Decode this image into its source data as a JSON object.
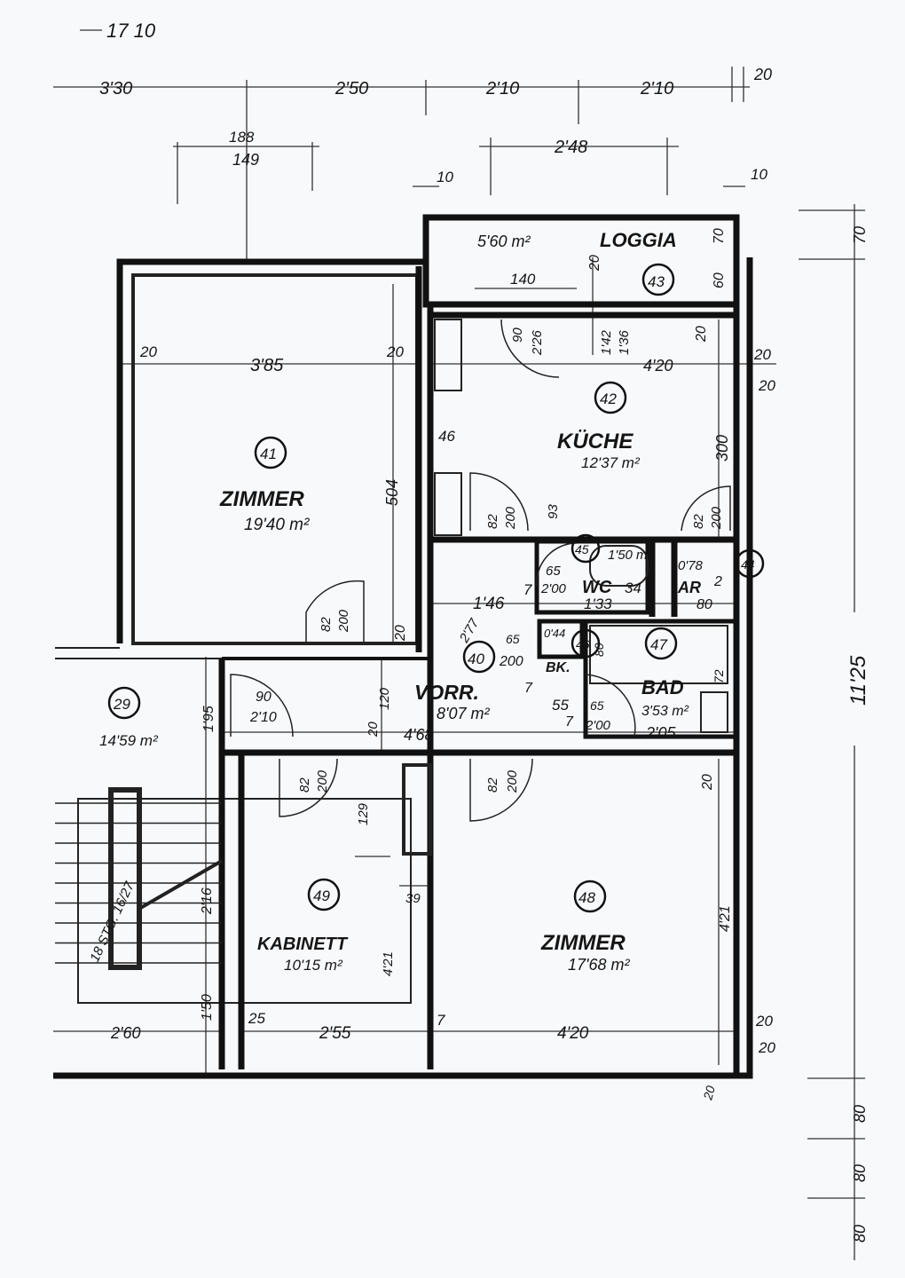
{
  "dims_top": {
    "total": "17 10",
    "d1": "3'30",
    "d2": "2'50",
    "d3": "2'10",
    "d4": "2'10",
    "d5": "20",
    "w188": "188",
    "w149": "149",
    "d248": "2'48",
    "t10a": "10",
    "t10b": "10"
  },
  "loggia": {
    "num": "43",
    "name": "LOGGIA",
    "area": "5'60 m²",
    "w140": "140",
    "d20": "20",
    "d70": "70",
    "d60": "60",
    "r70": "70"
  },
  "room41": {
    "num": "41",
    "name": "ZIMMER",
    "area": "19'40 m²",
    "l20": "20",
    "w385": "3'85",
    "r20": "20",
    "h504": "504",
    "door82": "82",
    "door200": "200",
    "b20": "20"
  },
  "kitchen": {
    "num": "42",
    "name": "KÜCHE",
    "area": "12'37 m²",
    "w420": "4'20",
    "l20": "20",
    "r20": "20",
    "h300": "300",
    "win90": "90",
    "win226": "2'26",
    "p142": "1'42",
    "p136": "1'36",
    "c46": "46",
    "door82": "82",
    "door200": "200",
    "d93": "93",
    "rdoor82": "82",
    "rdoor200": "200"
  },
  "wc": {
    "num": "45",
    "name": "WC",
    "area": "1'50 m²",
    "d65": "65",
    "d200": "2'00",
    "d7": "7",
    "d34": "34",
    "w133": "1'33",
    "w146": "1'46"
  },
  "storage": {
    "num": "44",
    "name": "AR",
    "area": "0'78",
    "d2": "2",
    "d80": "80"
  },
  "bk": {
    "num": "46",
    "name": "BK.",
    "area": "0'44",
    "d65": "65",
    "d200": "200",
    "d80": "80"
  },
  "bath": {
    "num": "47",
    "name": "BAD",
    "area": "3'53 m²",
    "d72": "72",
    "d65": "65",
    "d200": "2'00",
    "d7a": "7",
    "d55": "55",
    "d7b": "7",
    "w205": "2'05"
  },
  "hall": {
    "num": "40",
    "name": "VORR.",
    "area": "8'07 m²",
    "d277": "2'77",
    "w468": "4'68",
    "d120": "120",
    "d20": "20",
    "door90": "90",
    "door210": "2'10"
  },
  "stair": {
    "num": "29",
    "area": "14'59 m²",
    "d195": "1'95",
    "d216": "2'16",
    "d150": "1'50",
    "w260": "2'60",
    "steps": "18 STG. 16/27"
  },
  "cabinet": {
    "num": "49",
    "name": "KABINETT",
    "area": "10'15 m²",
    "door82": "82",
    "door200": "200",
    "d129": "129",
    "d39": "39",
    "h421": "4'21",
    "l25": "25",
    "w255": "2'55"
  },
  "room48": {
    "num": "48",
    "name": "ZIMMER",
    "area": "17'68 m²",
    "door82": "82",
    "door200": "200",
    "t20": "20",
    "h421": "4'21",
    "w420": "4'20",
    "l7": "7",
    "r20": "20",
    "b20": "20"
  },
  "dims_right": {
    "r20a": "20",
    "r20b": "20",
    "total": "11'25",
    "s80a": "80",
    "s80b": "80",
    "s80c": "80"
  }
}
